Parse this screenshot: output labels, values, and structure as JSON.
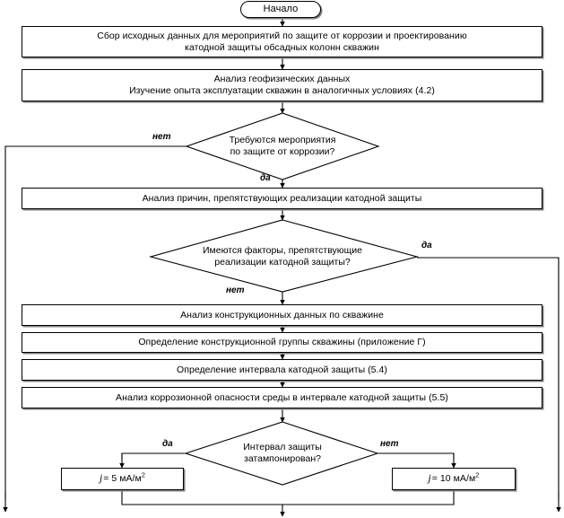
{
  "diagram": {
    "title": "Блок-схема проектирования катодной защиты обсадных колонн скважин",
    "language": "ru",
    "line_color": "#000000",
    "shadow_color": "#808080",
    "background": "#ffffff"
  },
  "nodes": {
    "start": {
      "type": "terminator",
      "label": "Начало"
    },
    "p1": {
      "type": "process",
      "line1": "Сбор исходных данных для мероприятий по защите от коррозии и проектированию",
      "line2": "катодной защиты обсадных колонн скважин"
    },
    "p2": {
      "type": "process",
      "line1": "Анализ геофизических данных",
      "line2": "Изучение опыта эксплуатации скважин в аналогичных условиях (4.2)"
    },
    "d1": {
      "type": "decision",
      "line1": "Требуются мероприятия",
      "line2": "по защите от коррозии?",
      "yes_label": "да",
      "no_label": "нет"
    },
    "p3": {
      "type": "process",
      "line1": "Анализ причин, препятствующих реализации катодной защиты"
    },
    "d2": {
      "type": "decision",
      "line1": "Имеются факторы, препятствующие",
      "line2": "реализации катодной защиты?",
      "yes_label": "да",
      "no_label": "нет"
    },
    "p4": {
      "type": "process",
      "line1": "Анализ конструкционных данных по скважине"
    },
    "p5": {
      "type": "process",
      "line1": "Определение конструкционной группы скважины (приложение Г)"
    },
    "p6": {
      "type": "process",
      "line1": "Определение интервала катодной защиты (5.4)"
    },
    "p7": {
      "type": "process",
      "line1": "Анализ коррозионной опасности среды в интервале катодной защиты (5.5)"
    },
    "d3": {
      "type": "decision",
      "line1": "Интервал защиты",
      "line2": "затампонирован?",
      "yes_label": "да",
      "no_label": "нет"
    },
    "j_left": {
      "type": "process",
      "symbol": "j",
      "equals": "= 5 мА/м",
      "exponent": "2"
    },
    "j_right": {
      "type": "process",
      "symbol": "j",
      "equals": "= 10 мА/м",
      "exponent": "2"
    }
  },
  "connectors": [
    {
      "name": "start-to-p1",
      "from": "start",
      "to": "p1",
      "kind": "arrow-down"
    },
    {
      "name": "p1-to-p2",
      "from": "p1",
      "to": "p2",
      "kind": "arrow-down"
    },
    {
      "name": "p2-to-d1",
      "from": "p2",
      "to": "d1",
      "kind": "arrow-down"
    },
    {
      "name": "d1-no-left",
      "from": "d1",
      "to": "left-return",
      "kind": "elbow-left",
      "label": "нет"
    },
    {
      "name": "d1-yes-to-p3",
      "from": "d1",
      "to": "p3",
      "kind": "arrow-down",
      "label": "да"
    },
    {
      "name": "p3-to-d2",
      "from": "p3",
      "to": "d2",
      "kind": "arrow-down"
    },
    {
      "name": "d2-yes-right",
      "from": "d2",
      "to": "right-return",
      "kind": "elbow-right",
      "label": "да"
    },
    {
      "name": "d2-no-to-p4",
      "from": "d2",
      "to": "p4",
      "kind": "arrow-down",
      "label": "нет"
    },
    {
      "name": "p4-to-p5",
      "from": "p4",
      "to": "p5",
      "kind": "arrow-down"
    },
    {
      "name": "p5-to-p6",
      "from": "p5",
      "to": "p6",
      "kind": "arrow-down"
    },
    {
      "name": "p6-to-p7",
      "from": "p6",
      "to": "p7",
      "kind": "arrow-down"
    },
    {
      "name": "p7-to-d3",
      "from": "p7",
      "to": "d3",
      "kind": "arrow-down"
    },
    {
      "name": "d3-yes-to-jleft",
      "from": "d3",
      "to": "j_left",
      "kind": "elbow-left-down",
      "label": "да"
    },
    {
      "name": "d3-no-to-jright",
      "from": "d3",
      "to": "j_right",
      "kind": "elbow-right-down",
      "label": "нет"
    },
    {
      "name": "jboxes-merge-down",
      "from": "j_left+j_right",
      "to": "bottom-exit",
      "kind": "merge-down"
    },
    {
      "name": "left-rail-exit",
      "from": "left-return",
      "to": "page-bottom",
      "kind": "arrow-down"
    },
    {
      "name": "right-rail-exit",
      "from": "right-return",
      "to": "page-bottom",
      "kind": "arrow-down"
    }
  ]
}
